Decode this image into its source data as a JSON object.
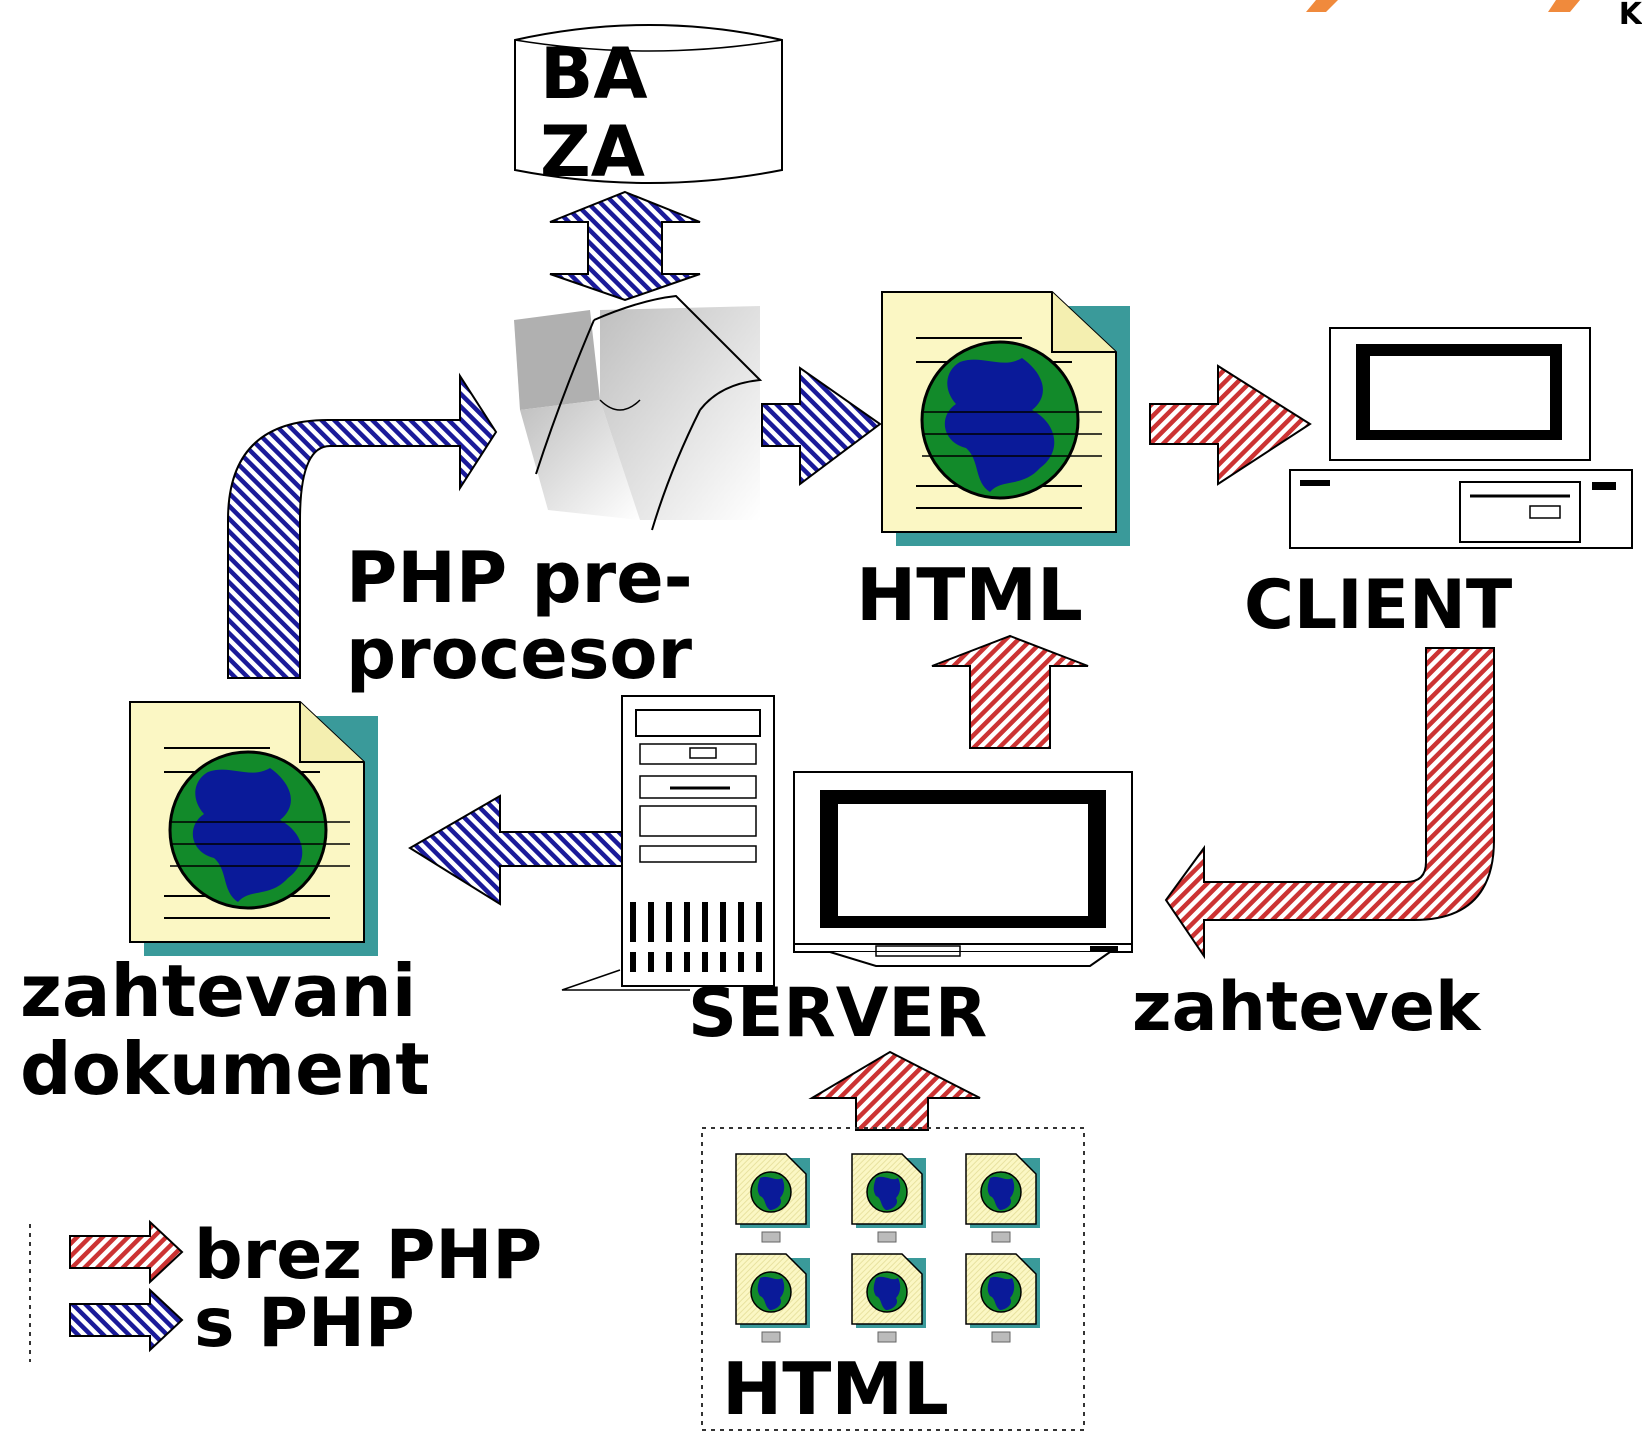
{
  "nodes": {
    "database": {
      "line1": "BA",
      "line2": "ZA"
    },
    "php": {
      "line1": "PHP pre-",
      "line2": "procesor"
    },
    "html_top": {
      "label": "HTML"
    },
    "client": {
      "label": "CLIENT"
    },
    "document": {
      "line1": "zahtevani",
      "line2": "dokument"
    },
    "server": {
      "label": "SERVER"
    },
    "request": {
      "label": "zahtevek"
    },
    "html_files": {
      "label": "HTML"
    }
  },
  "legend": {
    "without_php": "brez PHP",
    "with_php": "s PHP"
  },
  "corner_mark": "K",
  "colors": {
    "red_arrow": "#cc3333",
    "blue_arrow": "#1a1a99",
    "document_paper": "#fbf7c4",
    "globe_land": "#118822",
    "globe_water": "#0a1a99"
  }
}
